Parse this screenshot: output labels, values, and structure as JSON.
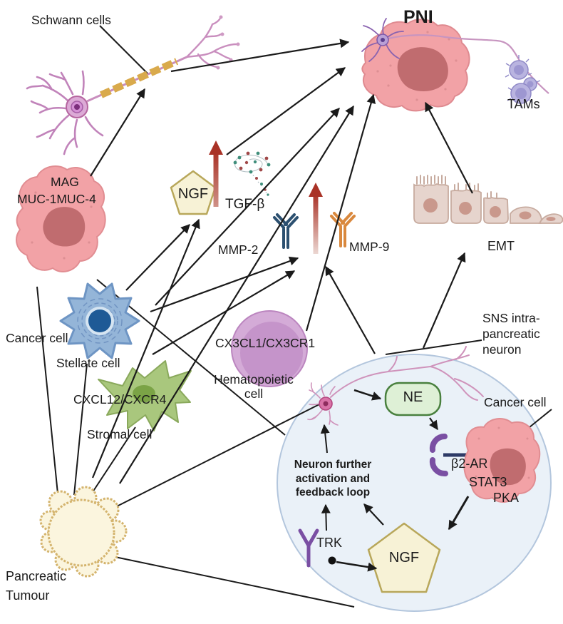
{
  "title": "Perineural invasion (PNI) in pancreatic cancer microenvironment diagram",
  "labels": {
    "schwann": "Schwann cells",
    "pni": "PNI",
    "tams": "TAMs",
    "mag": "MAG",
    "muc": "MUC-1MUC-4",
    "cancer_cell_left": "Cancer cell",
    "ngf_top": "NGF",
    "tgfb": "TGF-β",
    "mmp2": "MMP-2",
    "mmp9": "MMP-9",
    "emt": "EMT",
    "stellate": "Stellate cell",
    "cxcl12": "CXCL12/CXCR4",
    "stromal": "Stromal cell",
    "cx3cl1": "CX3CL1/CX3CR1",
    "hematopoietic_line1": "Hematopoietic",
    "hematopoietic_line2": "cell",
    "sns_line1": "SNS intra-",
    "sns_line2": "pancreatic",
    "sns_line3": "neuron",
    "ne": "NE",
    "cancer_cell_right": "Cancer cell",
    "b2ar": "β2-AR",
    "stat3": "STAT3",
    "pka": "PKA",
    "feedback_line1": "Neuron further",
    "feedback_line2": "activation and",
    "feedback_line3": "feedback loop",
    "trk": "TRK",
    "ngf_bottom": "NGF",
    "tumour_line1": "Pancreatic",
    "tumour_line2": "Tumour"
  },
  "icons": {
    "schwann_neuron": "myelinated-neuron-with-schwann-cells",
    "pni_cell": "cancer-cell-engulfing-neuron",
    "tams": "tumor-associated-macrophages",
    "cancer_cell": "pink-cancer-cell",
    "ngf_pentagon": "ngf-protein-pentagon",
    "tgfb_molecule": "tgf-beta-glycan-swirl",
    "mmp2_antibody": "blue-antibody",
    "mmp9_antibody": "orange-antibody",
    "up_arrow": "red-increase-arrow",
    "emt_cells": "epithelial-to-mesenchymal-transition-cells",
    "stellate_cell": "blue-stellate-cell",
    "stromal_cell": "green-stromal-cell",
    "hematopoietic_cell": "purple-hematopoietic-cell",
    "pancreatic_tumour": "cream-tumour-mass",
    "sns_neuron": "sympathetic-intrapancreatic-neuron",
    "ne_box": "norepinephrine-box",
    "b2ar_receptor": "beta2-adrenergic-receptor",
    "trk_receptor": "trk-receptor"
  },
  "colors": {
    "arrow_black": "#1a1a1a",
    "increase_arrow_red": "#a93226",
    "mmp2_blue": "#2c5070",
    "mmp9_orange": "#d9883d",
    "cancer_cell_pink": "#f2a2a6",
    "nucleus_rose": "#c06c6f",
    "neuron_purple": "#b9a0d6",
    "schwann_pink": "#dcaad6",
    "myelin_gold": "#d9aa4c",
    "tams_lavender": "#b9b4e0",
    "stellate_blue": "#94b5d8",
    "stellate_nucleus": "#1e5a96",
    "stromal_green": "#a9c77d",
    "hematopoietic_purple": "#c594ca",
    "tumour_cream": "#fbf5de",
    "microenv_circle_blue": "#eaf1f8",
    "ne_green": "#def0d6",
    "receptor_purple": "#7a4fa3",
    "ngf_pentagon_cream": "#f7f2d6",
    "emt_beige": "#e6d4cd"
  }
}
